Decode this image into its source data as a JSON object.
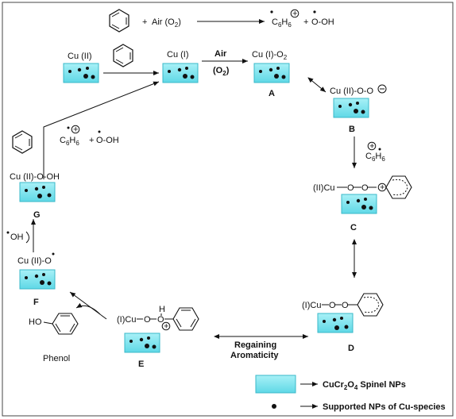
{
  "top_reaction": {
    "plus1": "+",
    "air": "Air (O",
    "air_sub": "2",
    "air_close": ")",
    "product": "C",
    "product_sub1": "6",
    "product_h": "H",
    "product_sub2": "6",
    "plus2": "+",
    "radical": "O-OH"
  },
  "species": {
    "cu2_start": "Cu (II)",
    "cu1": "Cu (I)",
    "air_label": "Air",
    "o2_label": "(O",
    "o2_sub": "2",
    "o2_close": ")",
    "cu1_o2": "Cu (I)-O",
    "cu1_o2_sub": "2",
    "A": "A",
    "cu2_oo": "Cu (II)-O-O",
    "B": "B",
    "c6h6_B": "C",
    "c6h6_B_sub1": "6",
    "c6h6_B_h": "H",
    "c6h6_B_sub2": "6",
    "cu2_C": "(II)Cu",
    "oo_C": "O O",
    "C": "C",
    "cu1_D": "(I)Cu",
    "oo_D": "O O",
    "D": "D",
    "regaining1": "Regaining",
    "regaining2": "Aromaticity",
    "cu1_E": "(I)Cu",
    "o_E": "O",
    "h_E": "H",
    "o2_E": "O",
    "E": "E",
    "phenol_ho": "HO",
    "phenol": "Phenol",
    "cu2_O_F": "Cu (II)-O",
    "F": "F",
    "oh_rad": "OH",
    "cu2_ooh_G": "Cu (II)-O-OH",
    "G": "G",
    "c6h6_left": "C",
    "c6h6_left_sub1": "6",
    "c6h6_left_h": "H",
    "c6h6_left_sub2": "6",
    "plus_left": "+",
    "ooh_left": "O-OH"
  },
  "legend": {
    "spinel": "CuCr",
    "spinel_sub1": "2",
    "spinel_o": "O",
    "spinel_sub2": "4",
    "spinel_tail": " Spinel NPs",
    "dots": "Supported NPs of Cu-species"
  },
  "colors": {
    "chip_fill": "#7fe6f0",
    "chip_stroke": "#3ab8c8",
    "frame": "#555555"
  }
}
